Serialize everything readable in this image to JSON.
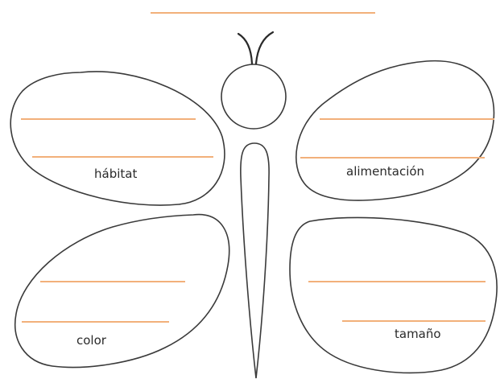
{
  "worksheet": {
    "labels": {
      "upper_left_wing": "hábitat",
      "upper_right_wing": "alimentación",
      "lower_left_wing": "color",
      "lower_right_wing": "tamaño"
    },
    "colors": {
      "outline": "#3a3a3a",
      "writing_line": "#f2b07a",
      "background": "#ffffff"
    }
  }
}
